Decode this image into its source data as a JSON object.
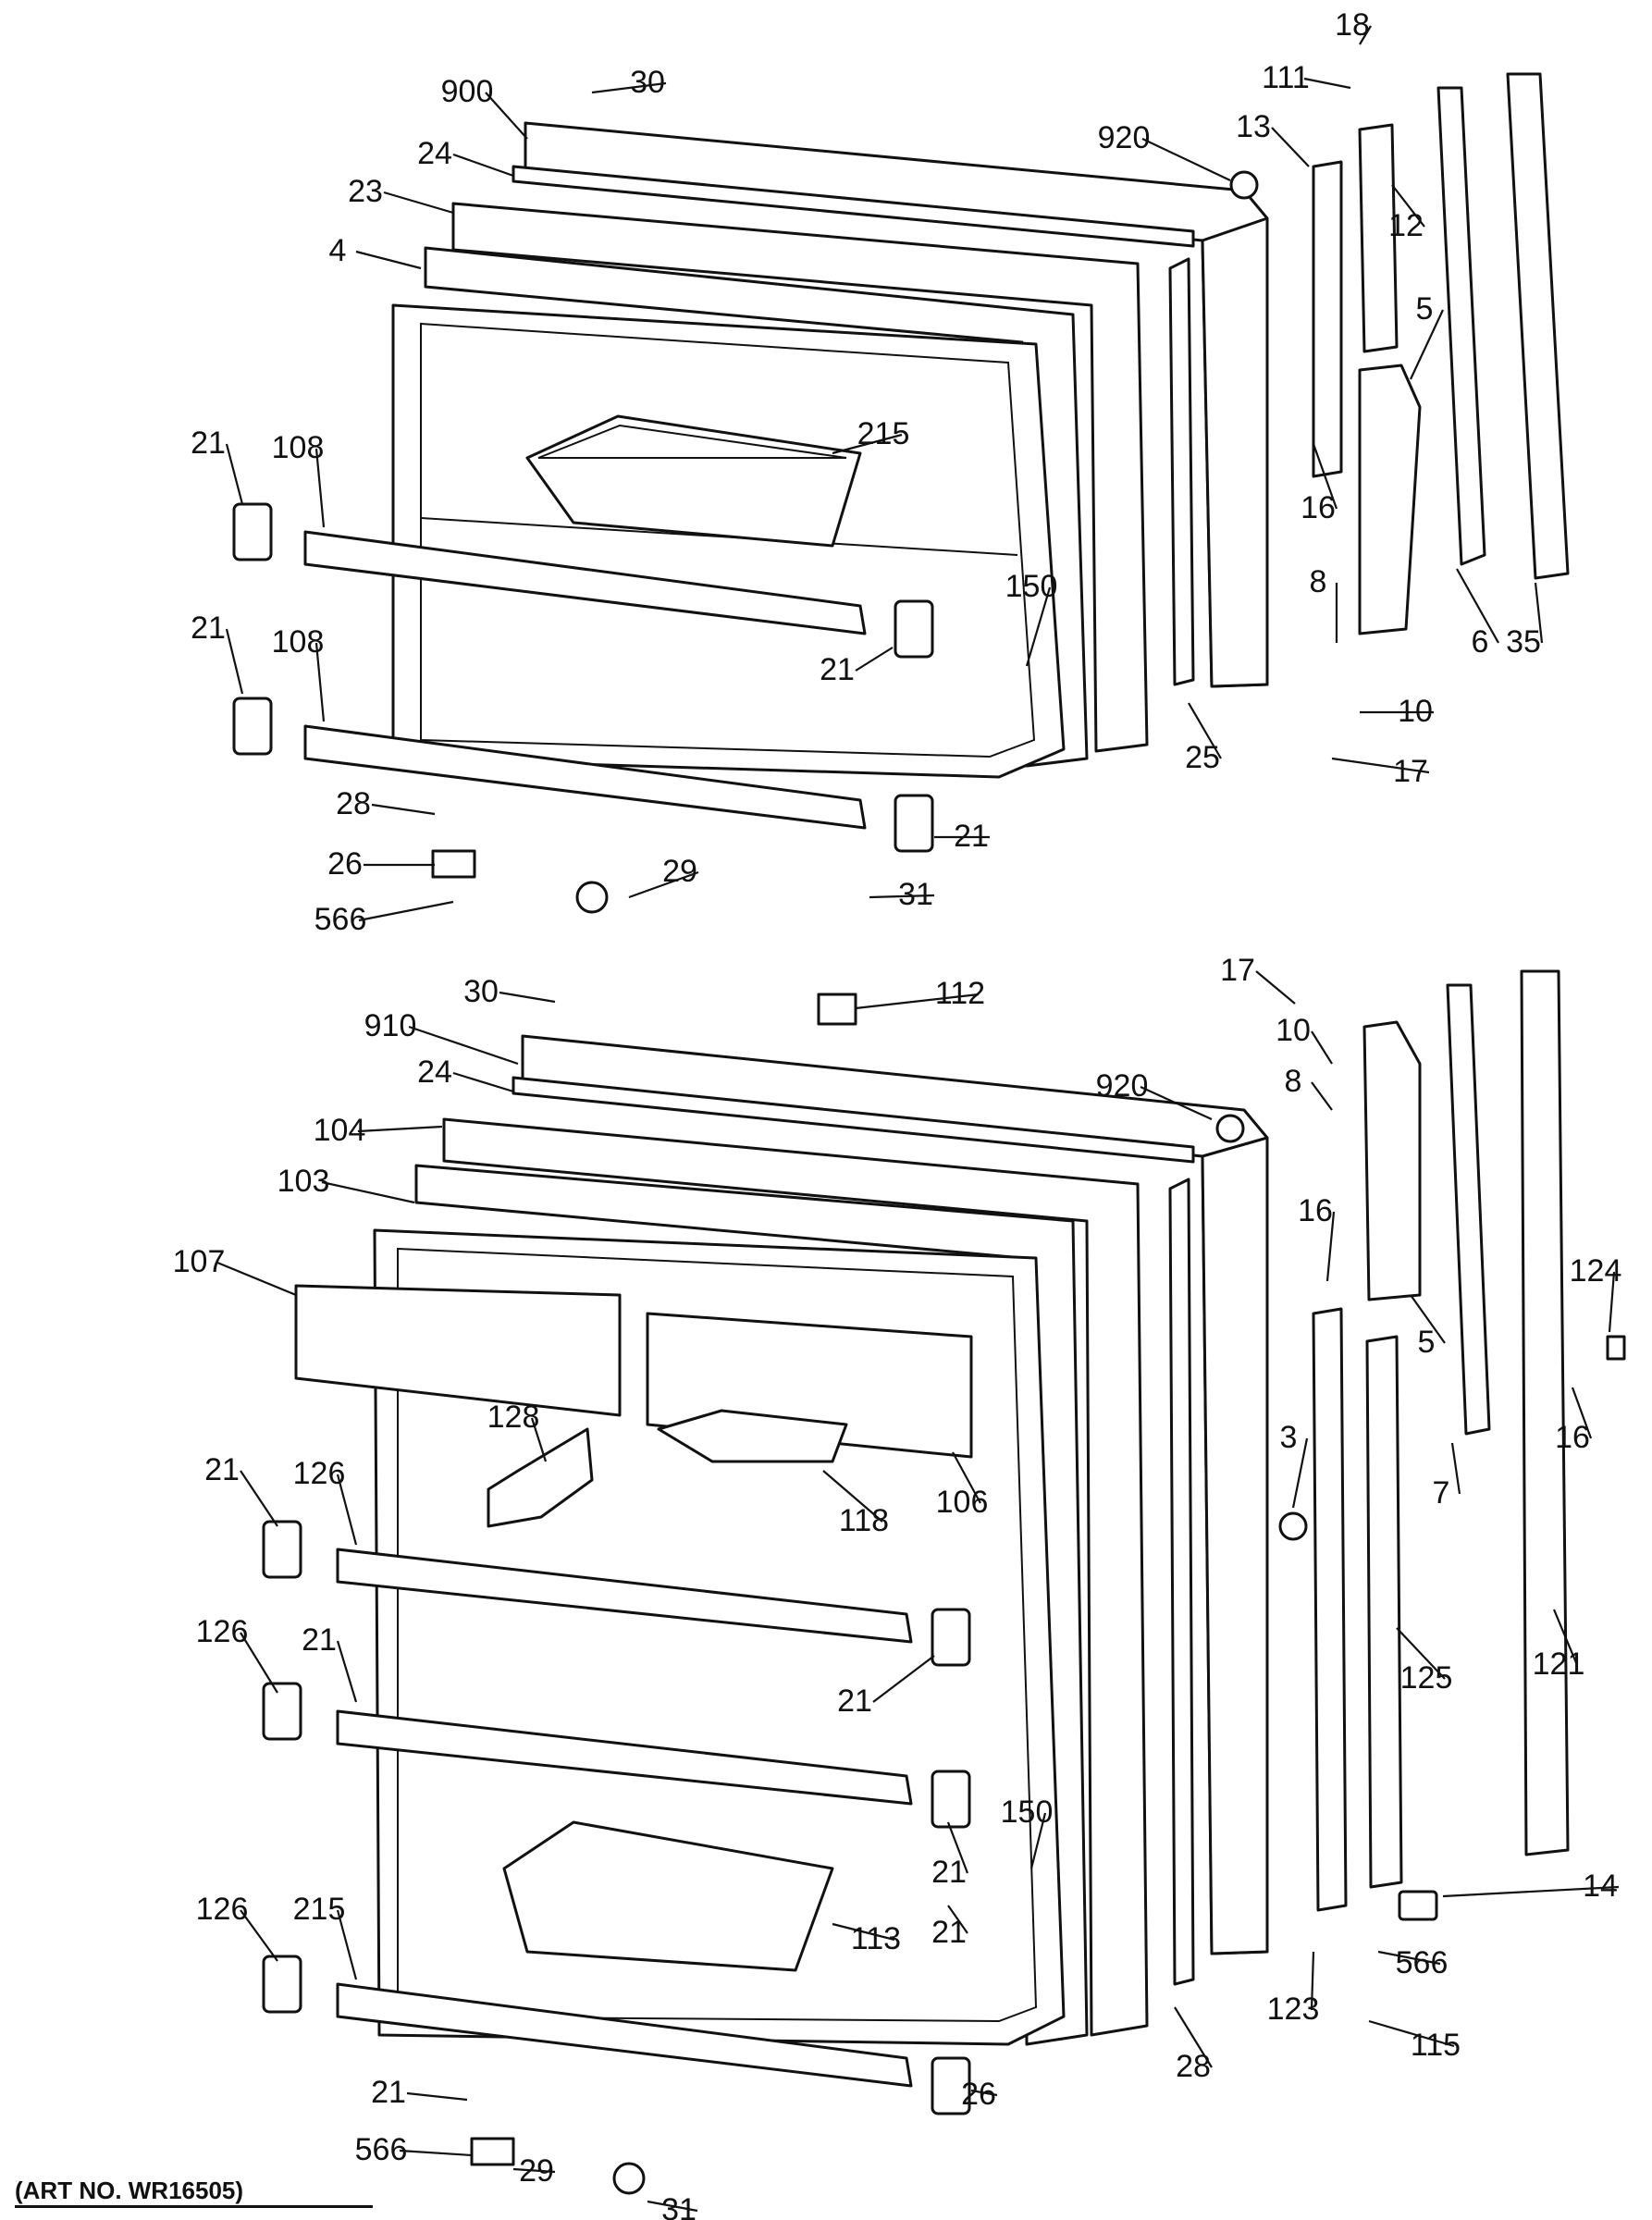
{
  "art_number": "(ART NO. WR16505)",
  "upper_door": {
    "callouts": [
      "18",
      "111",
      "30",
      "900",
      "920",
      "13",
      "24",
      "12",
      "23",
      "4",
      "5",
      "215",
      "21",
      "108",
      "16",
      "8",
      "150",
      "21",
      "21",
      "108",
      "6",
      "35",
      "10",
      "25",
      "17",
      "28",
      "21",
      "26",
      "29",
      "31",
      "566"
    ]
  },
  "lower_door": {
    "callouts": [
      "17",
      "30",
      "112",
      "910",
      "10",
      "920",
      "8",
      "24",
      "104",
      "103",
      "16",
      "107",
      "5",
      "124",
      "128",
      "106",
      "118",
      "3",
      "16",
      "7",
      "21",
      "126",
      "21",
      "126",
      "21",
      "125",
      "121",
      "150",
      "21",
      "21",
      "126",
      "215",
      "113",
      "14",
      "123",
      "566",
      "115",
      "28",
      "21",
      "26",
      "566",
      "29",
      "31"
    ]
  }
}
